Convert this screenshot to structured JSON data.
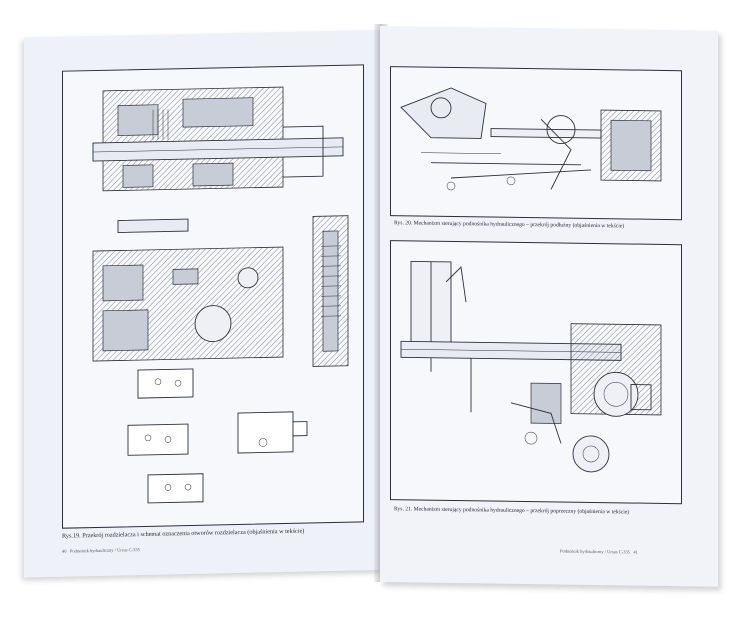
{
  "left_page": {
    "caption": "Rys.19. Przekrój rozdzielacza i schemat oznaczenia otworów rozdzielacza (objaśnienia w tekście)",
    "footer": "Podnośnik hydrauliczny / Ursus C-335",
    "page_number": "40"
  },
  "right_page": {
    "caption_top": "Rys. 20. Mechanizm sterujący podnośnika hydraulicznego – przekrój podłużny (objaśnienia w tekście)",
    "caption_bottom": "Rys. 21. Mechanizm sterujący podnośnika hydraulicznego – przekrój poprzeczny (objaśnienia w tekście)",
    "footer": "Podnośnik hydrauliczny / Ursus C-335",
    "page_number": "41"
  }
}
